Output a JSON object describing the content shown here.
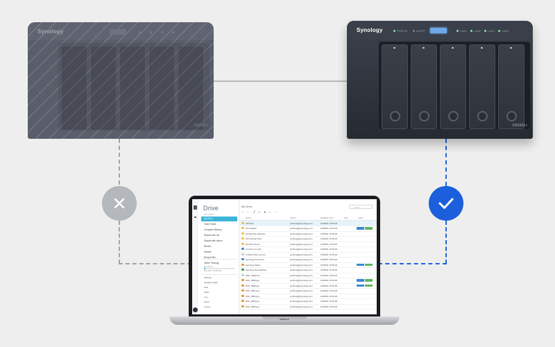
{
  "nas_left": {
    "brand": "Synology",
    "model": "DS1621+",
    "state": "offline"
  },
  "nas_right": {
    "brand": "Synology",
    "model": "DS1621+",
    "state": "online",
    "lcd_color": "#6ea8e8",
    "status_labels": [
      "STATUS",
      "ALERT",
      "LAN1",
      "LAN2",
      "LAN3",
      "LAN4"
    ]
  },
  "connection": {
    "fail_icon": "close-icon",
    "ok_icon": "checkmark-icon",
    "fail_color": "#b4b7bc",
    "ok_color": "#1b5fdc",
    "line_color_ok": "#1e62e0",
    "line_color_fail": "#a4a4a4"
  },
  "laptop": {
    "label": "MacBook"
  },
  "drive": {
    "logo": "Drive",
    "section_label": "MY DRIVE",
    "nav": [
      {
        "label": "My Drive",
        "active": true
      },
      {
        "label": "Team Folder",
        "active": false
      },
      {
        "label": "Computer Backup",
        "active": false
      },
      {
        "label": "Shared with me",
        "active": false
      },
      {
        "label": "Shared with others",
        "active": false
      },
      {
        "label": "Recent",
        "active": false
      },
      {
        "label": "Starred",
        "active": false
      },
      {
        "label": "Recycle Bin",
        "active": false
      }
    ],
    "user": {
      "name": "John Young",
      "sub": "My Quota",
      "quota_text": "82.5 GB / 1.9 TB (4%)",
      "quota_fraction": 0.04
    },
    "links": [
      "Settings",
      "Storage Usage",
      "Help",
      "Tasks",
      "Log",
      "About",
      "Logout"
    ],
    "main_title": "My Drive",
    "search_placeholder": "Search",
    "columns": [
      "Name",
      "Owner",
      "Modified Time",
      "Size",
      "Label"
    ],
    "rows": [
      {
        "name": "All Photo",
        "type": "folder",
        "owner": "jonhlung@synology.com",
        "modified": "10/06/21 15:35:20",
        "size": "",
        "labels": [],
        "selected": true
      },
      {
        "name": "01 Invitation",
        "type": "folder",
        "owner": "jonhlung@synology.com",
        "modified": "10/06/21 15:35:20",
        "size": "",
        "labels": [
          "blue",
          "green"
        ],
        "selected": false
      },
      {
        "name": "02 Material Collection",
        "type": "folder",
        "owner": "jonhlung@synology.com",
        "modified": "10/06/21 15:35:20",
        "size": "",
        "labels": [],
        "selected": false
      },
      {
        "name": "03 Personal Files",
        "type": "folder",
        "owner": "jonhlung@synology.com",
        "modified": "10/06/21 15:35:20",
        "size": "",
        "labels": [],
        "selected": false
      },
      {
        "name": "04 Work Group",
        "type": "folder",
        "owner": "jonhlung@synology.com",
        "modified": "10/06/21 15:35:20",
        "size": "",
        "labels": [],
        "selected": false
      },
      {
        "name": "art future too.doc",
        "type": "doc",
        "owner": "jonhlung@synology.com",
        "modified": "10/06/21 15:35:20",
        "size": "",
        "labels": [],
        "selected": false
      },
      {
        "name": "Untitled Story Line.txt",
        "type": "file",
        "owner": "jonhlung@synology.com",
        "modified": "10/06/21 15:35:20",
        "size": "",
        "labels": [],
        "selected": false
      },
      {
        "name": "Synology Document",
        "type": "doc",
        "owner": "jonhlung@synology.com",
        "modified": "10/06/21 15:35:20",
        "size": "",
        "labels": [],
        "selected": false
      },
      {
        "name": "Synology Slides",
        "type": "img",
        "owner": "jonhlung@synology.com",
        "modified": "10/06/21 15:35:20",
        "size": "",
        "labels": [
          "blue",
          "green"
        ],
        "selected": false
      },
      {
        "name": "Synology Spreadsheet",
        "type": "sheet",
        "owner": "jonhlung@synology.com",
        "modified": "10/06/21 15:35:20",
        "size": "",
        "labels": [],
        "selected": false
      },
      {
        "name": "Web_Taplist.txt",
        "type": "file",
        "owner": "jonhlung@synology.com",
        "modified": "10/06/21 15:35:20",
        "size": "",
        "labels": [],
        "selected": false
      },
      {
        "name": "DSC_0849.jpg",
        "type": "img",
        "owner": "jonhlung@synology.com",
        "modified": "10/06/21 15:35:20",
        "size": "",
        "labels": [
          "blue",
          "green"
        ],
        "selected": false
      },
      {
        "name": "DSC_0850.jpg",
        "type": "img",
        "owner": "jonhlung@synology.com",
        "modified": "10/06/21 15:35:20",
        "size": "",
        "labels": [
          "blue",
          "green"
        ],
        "selected": false
      },
      {
        "name": "DSC_0851.jpg",
        "type": "img",
        "owner": "jonhlung@synology.com",
        "modified": "10/06/21 15:35:20",
        "size": "",
        "labels": [],
        "selected": false
      },
      {
        "name": "DSC_0852.jpg",
        "type": "img",
        "owner": "jonhlung@synology.com",
        "modified": "10/06/21 15:35:20",
        "size": "",
        "labels": [],
        "selected": false
      },
      {
        "name": "DSC_0853.jpg",
        "type": "img",
        "owner": "jonhlung@synology.com",
        "modified": "10/06/21 15:35:20",
        "size": "",
        "labels": [],
        "selected": false
      },
      {
        "name": "DSC_0854.jpg",
        "type": "img",
        "owner": "jonhlung@synology.com",
        "modified": "10/06/21 15:35:20",
        "size": "",
        "labels": [],
        "selected": false
      }
    ]
  }
}
